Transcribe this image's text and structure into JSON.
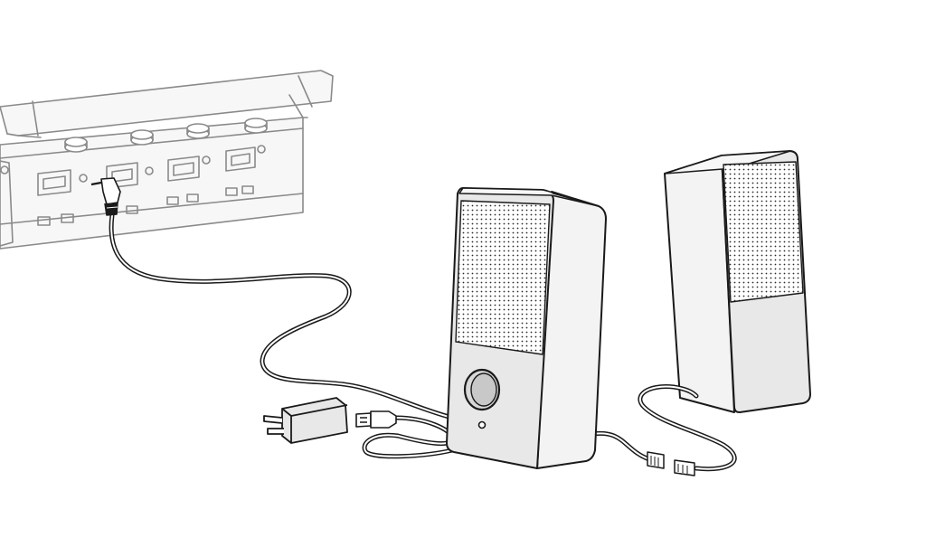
{
  "diagram": {
    "components": [
      {
        "id": "hub-port-panel",
        "kind": "device-back-panel",
        "state": "faded"
      },
      {
        "id": "audio-cable",
        "kind": "3.5mm-cable",
        "from": "hub-port-panel",
        "to": "left-speaker"
      },
      {
        "id": "power-adapter",
        "kind": "usb-wall-adapter"
      },
      {
        "id": "usb-cable",
        "kind": "usb-cable",
        "from": "power-adapter",
        "to": "left-speaker"
      },
      {
        "id": "left-speaker",
        "kind": "speaker",
        "features": [
          "grille",
          "volume-knob",
          "power-led"
        ]
      },
      {
        "id": "speaker-link-cable",
        "kind": "connector-cable",
        "from": "left-speaker",
        "to": "right-speaker"
      },
      {
        "id": "right-speaker",
        "kind": "speaker",
        "features": [
          "grille"
        ]
      }
    ],
    "colors": {
      "line": "#1a1a1a",
      "faded-line": "#8a8a8a",
      "body-fill": "#e8e8e8",
      "side-fill": "#f3f3f3",
      "grille-dot": "#2a2a2a",
      "background": "#ffffff"
    }
  }
}
